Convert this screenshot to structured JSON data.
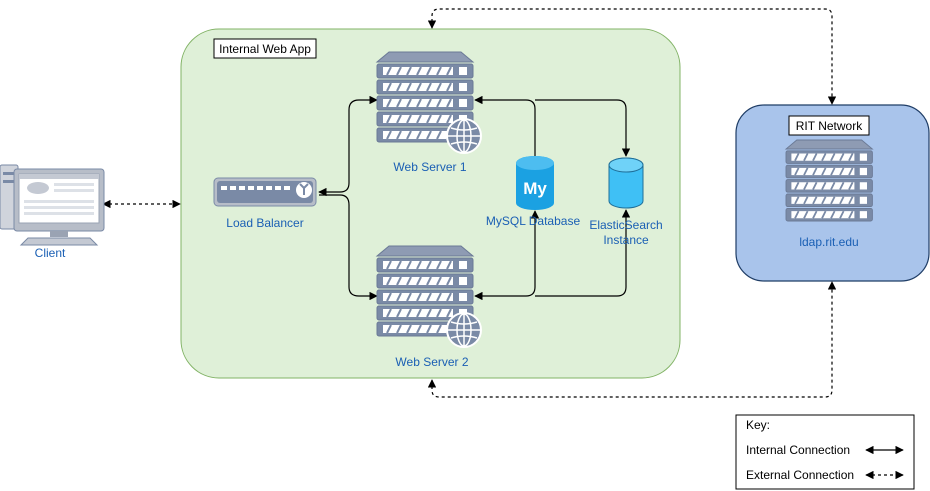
{
  "groups": {
    "internal_app": {
      "title": "Internal Web App"
    },
    "rit_network": {
      "title": "RIT Network"
    }
  },
  "nodes": {
    "client": {
      "label": "Client",
      "icon": "desktop-computer-icon"
    },
    "load_balancer": {
      "label": "Load Balancer",
      "icon": "load-balancer-icon"
    },
    "web_server_1": {
      "label": "Web Server 1",
      "icon": "web-server-icon"
    },
    "web_server_2": {
      "label": "Web Server 2",
      "icon": "web-server-icon"
    },
    "mysql": {
      "label": "MySQL Database",
      "icon_text": "My",
      "icon": "mysql-database-icon"
    },
    "elasticsearch": {
      "label_line1": "ElasticSearch",
      "label_line2": "Instance",
      "icon": "database-cylinder-icon"
    },
    "ldap": {
      "label": "ldap.rit.edu",
      "icon": "server-icon"
    }
  },
  "key": {
    "title": "Key:",
    "internal": "Internal Connection",
    "external": "External Connection"
  },
  "colors": {
    "internal_fill": "#dff0d8",
    "internal_stroke": "#82b366",
    "rit_fill": "#a9c4eb",
    "rit_stroke": "#1f3d66",
    "label_blue": "#1a5fb4",
    "server_gray": "#7a8aa6",
    "db_cyan": "#1ba1e2"
  }
}
